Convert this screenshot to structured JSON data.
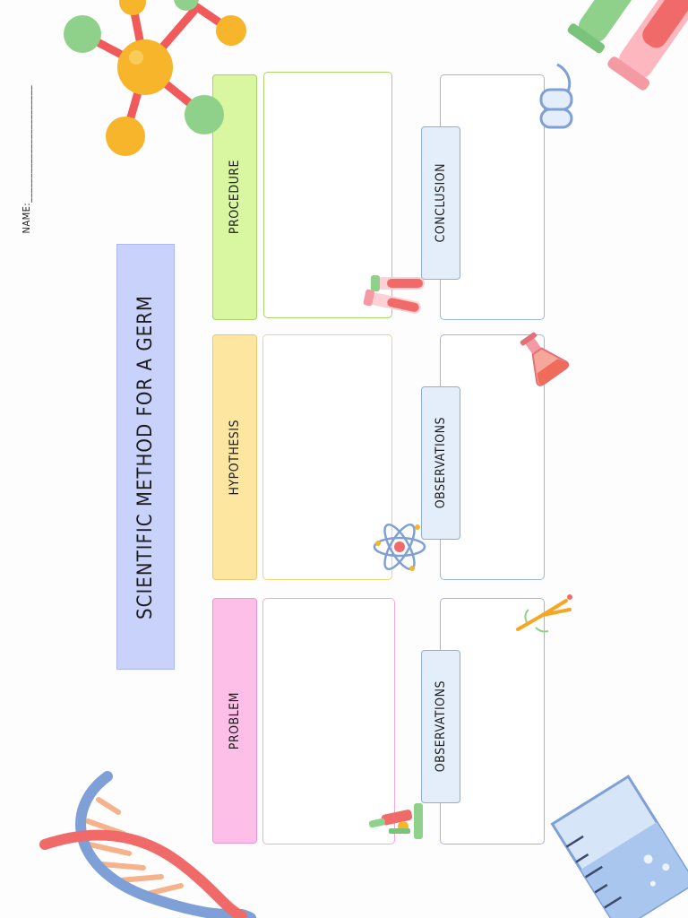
{
  "worksheet": {
    "title": "SCIENTIFIC METHOD FOR A GERM",
    "name_label": "NAME:",
    "name_line": "________________________"
  },
  "sections": {
    "procedure": "PROCEDURE",
    "hypothesis": "HYPOTHESIS",
    "problem": "PROBLEM",
    "conclusion": "CONCLUSION",
    "observations_1": "OBSERVATIONS",
    "observations_2": "OBSERVATIONS"
  },
  "colors": {
    "procedure": "#d8f7a0",
    "hypothesis": "#fde6a0",
    "problem": "#fdbfe8",
    "title": "#c9d2fb",
    "observation_tab": "#e4eefa"
  },
  "icons": [
    "molecule-icon",
    "test-tubes-icon",
    "goggles-icon",
    "flask-icon",
    "atom-icon",
    "tuning-fork-icon",
    "microscope-icon",
    "dna-icon",
    "beaker-icon"
  ]
}
